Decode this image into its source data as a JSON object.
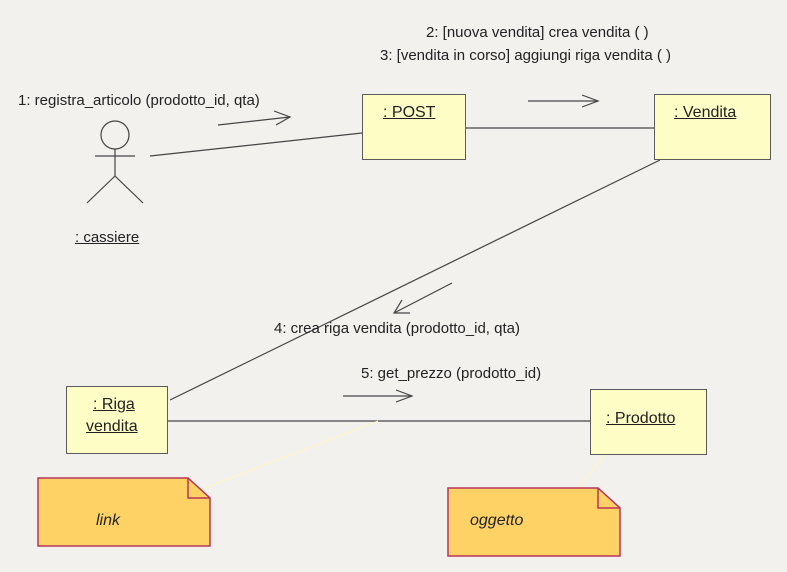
{
  "messages": {
    "m1": "1: registra_articolo (prodotto_id, qta)",
    "m2": "2: [nuova vendita] crea vendita ( )",
    "m3": "3: [vendita in corso] aggiungi riga vendita ( )",
    "m4": "4: crea riga vendita (prodotto_id, qta)",
    "m5": "5: get_prezzo (prodotto_id)"
  },
  "actor": {
    "label": ": cassiere"
  },
  "objects": {
    "post": ": POST",
    "vendita": ": Vendita",
    "riga_line1": ": Riga",
    "riga_line2": "vendita",
    "prodotto": ": Prodotto"
  },
  "notes": {
    "link": "link",
    "oggetto": "oggetto"
  },
  "colors": {
    "background": "#f3f1ee",
    "object_fill": "#fffdc6",
    "note_fill": "#ffd266",
    "note_border": "#b8345a",
    "line": "#444444"
  }
}
